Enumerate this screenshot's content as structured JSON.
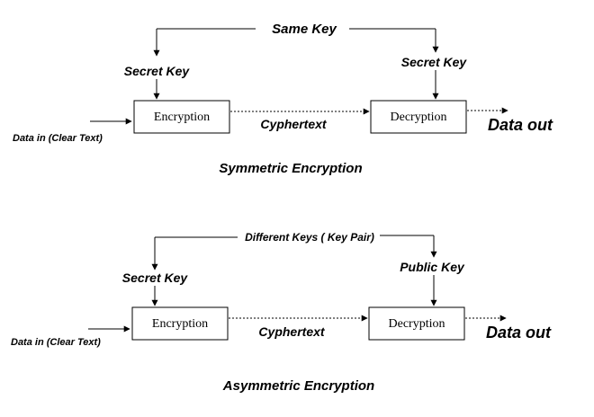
{
  "symmetric": {
    "shared_key_label": "Same Key",
    "left_key_label": "Secret Key",
    "right_key_label": "Secret Key",
    "input_label": "Data in (Clear Text)",
    "encrypt_label": "Encryption",
    "channel_label": "Cyphertext",
    "decrypt_label": "Decryption",
    "output_label": "Data out",
    "caption": "Symmetric Encryption"
  },
  "asymmetric": {
    "shared_key_label": "Different Keys ( Key Pair)",
    "left_key_label": "Secret Key",
    "right_key_label": "Public Key",
    "input_label": "Data in (Clear Text)",
    "encrypt_label": "Encryption",
    "channel_label": "Cyphertext",
    "decrypt_label": "Decryption",
    "output_label": "Data out",
    "caption": "Asymmetric Encryption"
  }
}
